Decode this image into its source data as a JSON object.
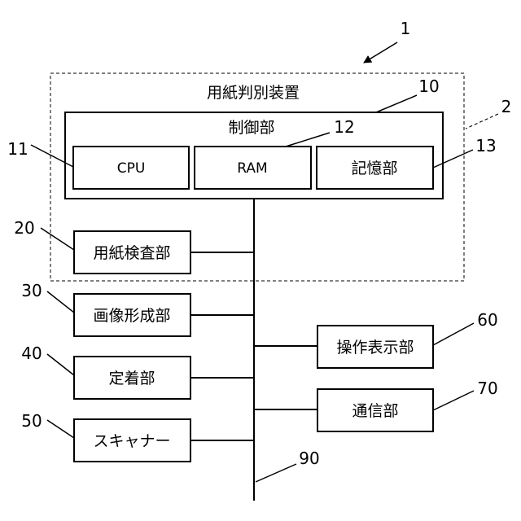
{
  "device_title": "用紙判別装置",
  "control_title": "制御部",
  "components": {
    "cpu": "CPU",
    "ram": "RAM",
    "storage": "記憶部",
    "paper_inspection": "用紙検査部",
    "image_forming": "画像形成部",
    "fixing": "定着部",
    "scanner": "スキャナー",
    "operation_display": "操作表示部",
    "communication": "通信部"
  },
  "refs": {
    "apparatus": "1",
    "device": "2",
    "control": "10",
    "cpu": "11",
    "ram": "12",
    "storage": "13",
    "paper_inspection": "20",
    "image_forming": "30",
    "fixing": "40",
    "scanner": "50",
    "operation_display": "60",
    "communication": "70",
    "bus": "90"
  }
}
